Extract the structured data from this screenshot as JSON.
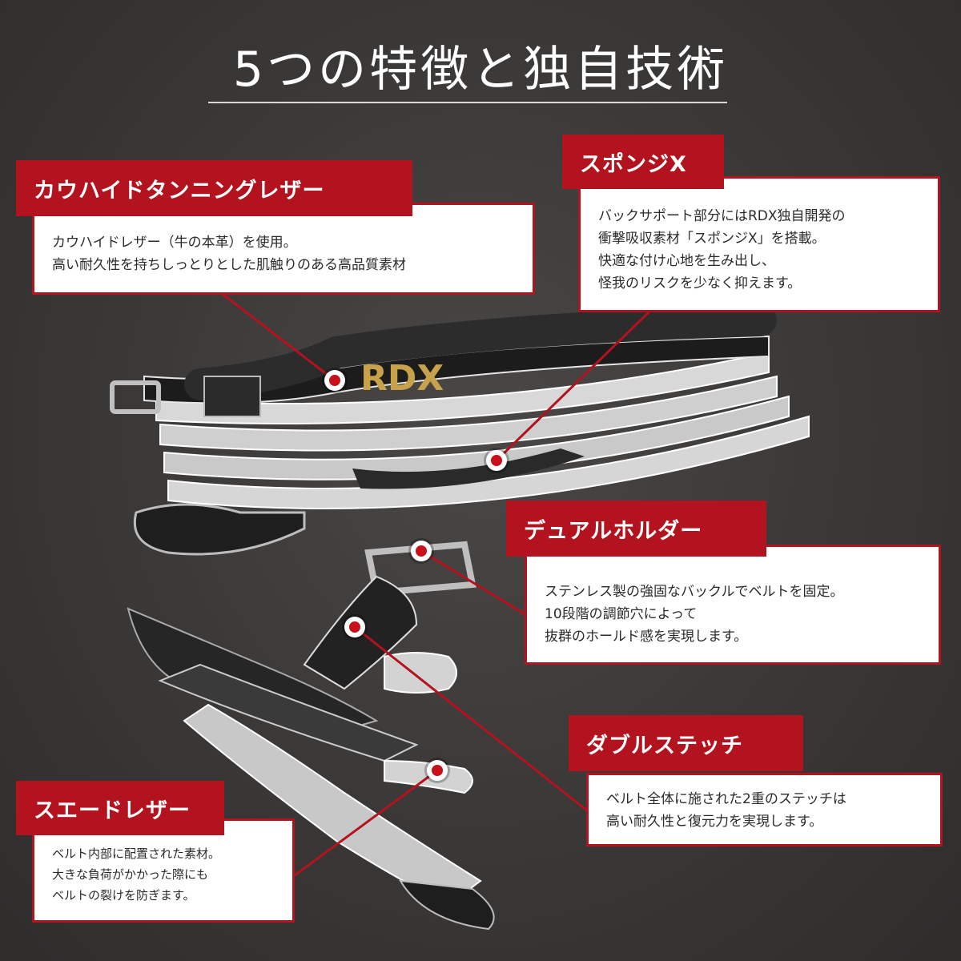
{
  "title": "5つの特徴と独自技術",
  "brand_mark": "RDX",
  "colors": {
    "accent": "#b3131f",
    "background": "#3a3836",
    "text_on_box": "#2a2a2a"
  },
  "features": [
    {
      "label": "カウハイドタンニングレザー",
      "lines": [
        "カウハイドレザー（牛の本革）を使用。",
        "高い耐久性を持ちしっとりとした肌触りのある高品質素材"
      ]
    },
    {
      "label": "スポンジX",
      "lines": [
        "バックサポート部分にはRDX独自開発の",
        "衝撃吸収素材「スポンジX」を搭載。",
        "快適な付け心地を生み出し、",
        "怪我のリスクを少なく抑えます。"
      ]
    },
    {
      "label": "デュアルホルダー",
      "lines": [
        "ステンレス製の強固なバックルでベルトを固定。",
        "10段階の調節穴によって",
        "抜群のホールド感を実現します。"
      ]
    },
    {
      "label": "ダブルステッチ",
      "lines": [
        "ベルト全体に施された2重のステッチは",
        "高い耐久性と復元力を実現します。"
      ]
    },
    {
      "label": "スエードレザー",
      "lines": [
        "ベルト内部に配置された素材。",
        "大きな負荷がかかった際にも",
        "ベルトの裂けを防ぎます。"
      ]
    }
  ]
}
